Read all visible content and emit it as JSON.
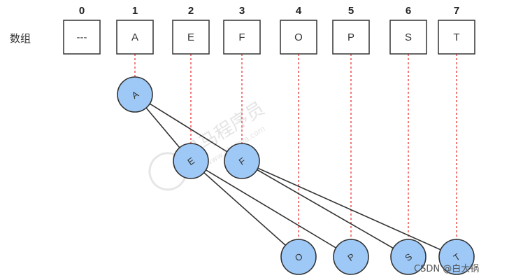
{
  "array_label": "数组",
  "cells": [
    {
      "index": "0",
      "value": "---"
    },
    {
      "index": "1",
      "value": "A"
    },
    {
      "index": "2",
      "value": "E"
    },
    {
      "index": "3",
      "value": "F"
    },
    {
      "index": "4",
      "value": "O"
    },
    {
      "index": "5",
      "value": "P"
    },
    {
      "index": "6",
      "value": "S"
    },
    {
      "index": "7",
      "value": "T"
    }
  ],
  "nodes": [
    {
      "id": "A",
      "label": "A",
      "cell": 1,
      "level": 0
    },
    {
      "id": "E",
      "label": "E",
      "cell": 2,
      "level": 1
    },
    {
      "id": "F",
      "label": "F",
      "cell": 3,
      "level": 1
    },
    {
      "id": "O",
      "label": "O",
      "cell": 4,
      "level": 2
    },
    {
      "id": "P",
      "label": "P",
      "cell": 5,
      "level": 2
    },
    {
      "id": "S",
      "label": "S",
      "cell": 6,
      "level": 2
    },
    {
      "id": "T",
      "label": "T",
      "cell": 7,
      "level": 2
    }
  ],
  "edges": [
    {
      "from": "A",
      "to": "E"
    },
    {
      "from": "A",
      "to": "F"
    },
    {
      "from": "E",
      "to": "O"
    },
    {
      "from": "E",
      "to": "P"
    },
    {
      "from": "F",
      "to": "S"
    },
    {
      "from": "F",
      "to": "T"
    }
  ],
  "watermark": {
    "brand": "黑马程序员",
    "url": "www.itheima.com"
  },
  "footer": "CSDN @白大锅",
  "colors": {
    "node_fill": "#9ec9f7",
    "node_stroke": "#333333",
    "guide_line": "#ee4444",
    "cell_stroke": "#333333"
  }
}
